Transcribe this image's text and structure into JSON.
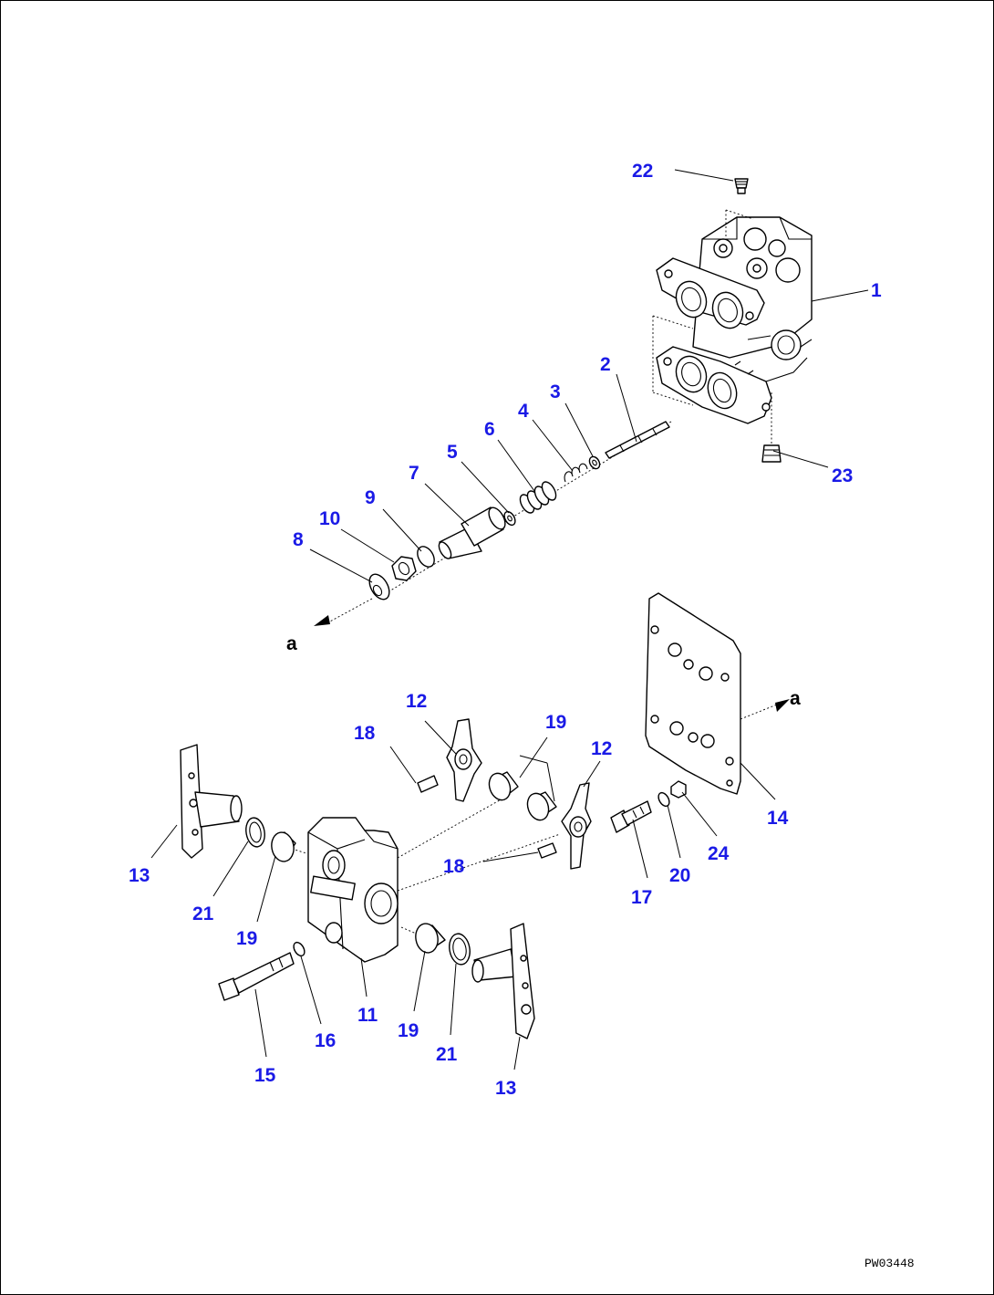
{
  "diagram": {
    "callouts": {
      "c1": "1",
      "c2": "2",
      "c3": "3",
      "c4": "4",
      "c5": "5",
      "c6": "6",
      "c7": "7",
      "c8": "8",
      "c9": "9",
      "c10": "10",
      "c11": "11",
      "c12a": "12",
      "c12b": "12",
      "c13a": "13",
      "c13b": "13",
      "c14": "14",
      "c15": "15",
      "c16": "16",
      "c17": "17",
      "c18a": "18",
      "c18b": "18",
      "c19a": "19",
      "c19b": "19",
      "c19c": "19",
      "c20": "20",
      "c21a": "21",
      "c21b": "21",
      "c22": "22",
      "c23": "23",
      "c24": "24"
    },
    "view_markers": {
      "a1": "a",
      "a2": "a"
    },
    "drawing_code": "PW03448",
    "colors": {
      "callout": "#1a1ae6",
      "line": "#000000",
      "background": "#ffffff"
    }
  }
}
